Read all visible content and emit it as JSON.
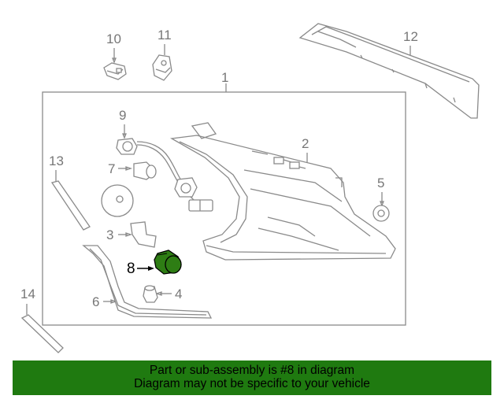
{
  "diagram": {
    "callouts": {
      "c1": "1",
      "c2": "2",
      "c3": "3",
      "c4": "4",
      "c5": "5",
      "c6": "6",
      "c7": "7",
      "c8": "8",
      "c9": "9",
      "c10": "10",
      "c11": "11",
      "c12": "12",
      "c13": "13",
      "c14": "14"
    },
    "highlighted_part": "8",
    "highlight_color": "#2e7d14"
  },
  "banner": {
    "line1": "Part or sub-assembly is #8 in diagram",
    "line2": "Diagram may not be specific to your vehicle",
    "background": "#1f7a10"
  }
}
